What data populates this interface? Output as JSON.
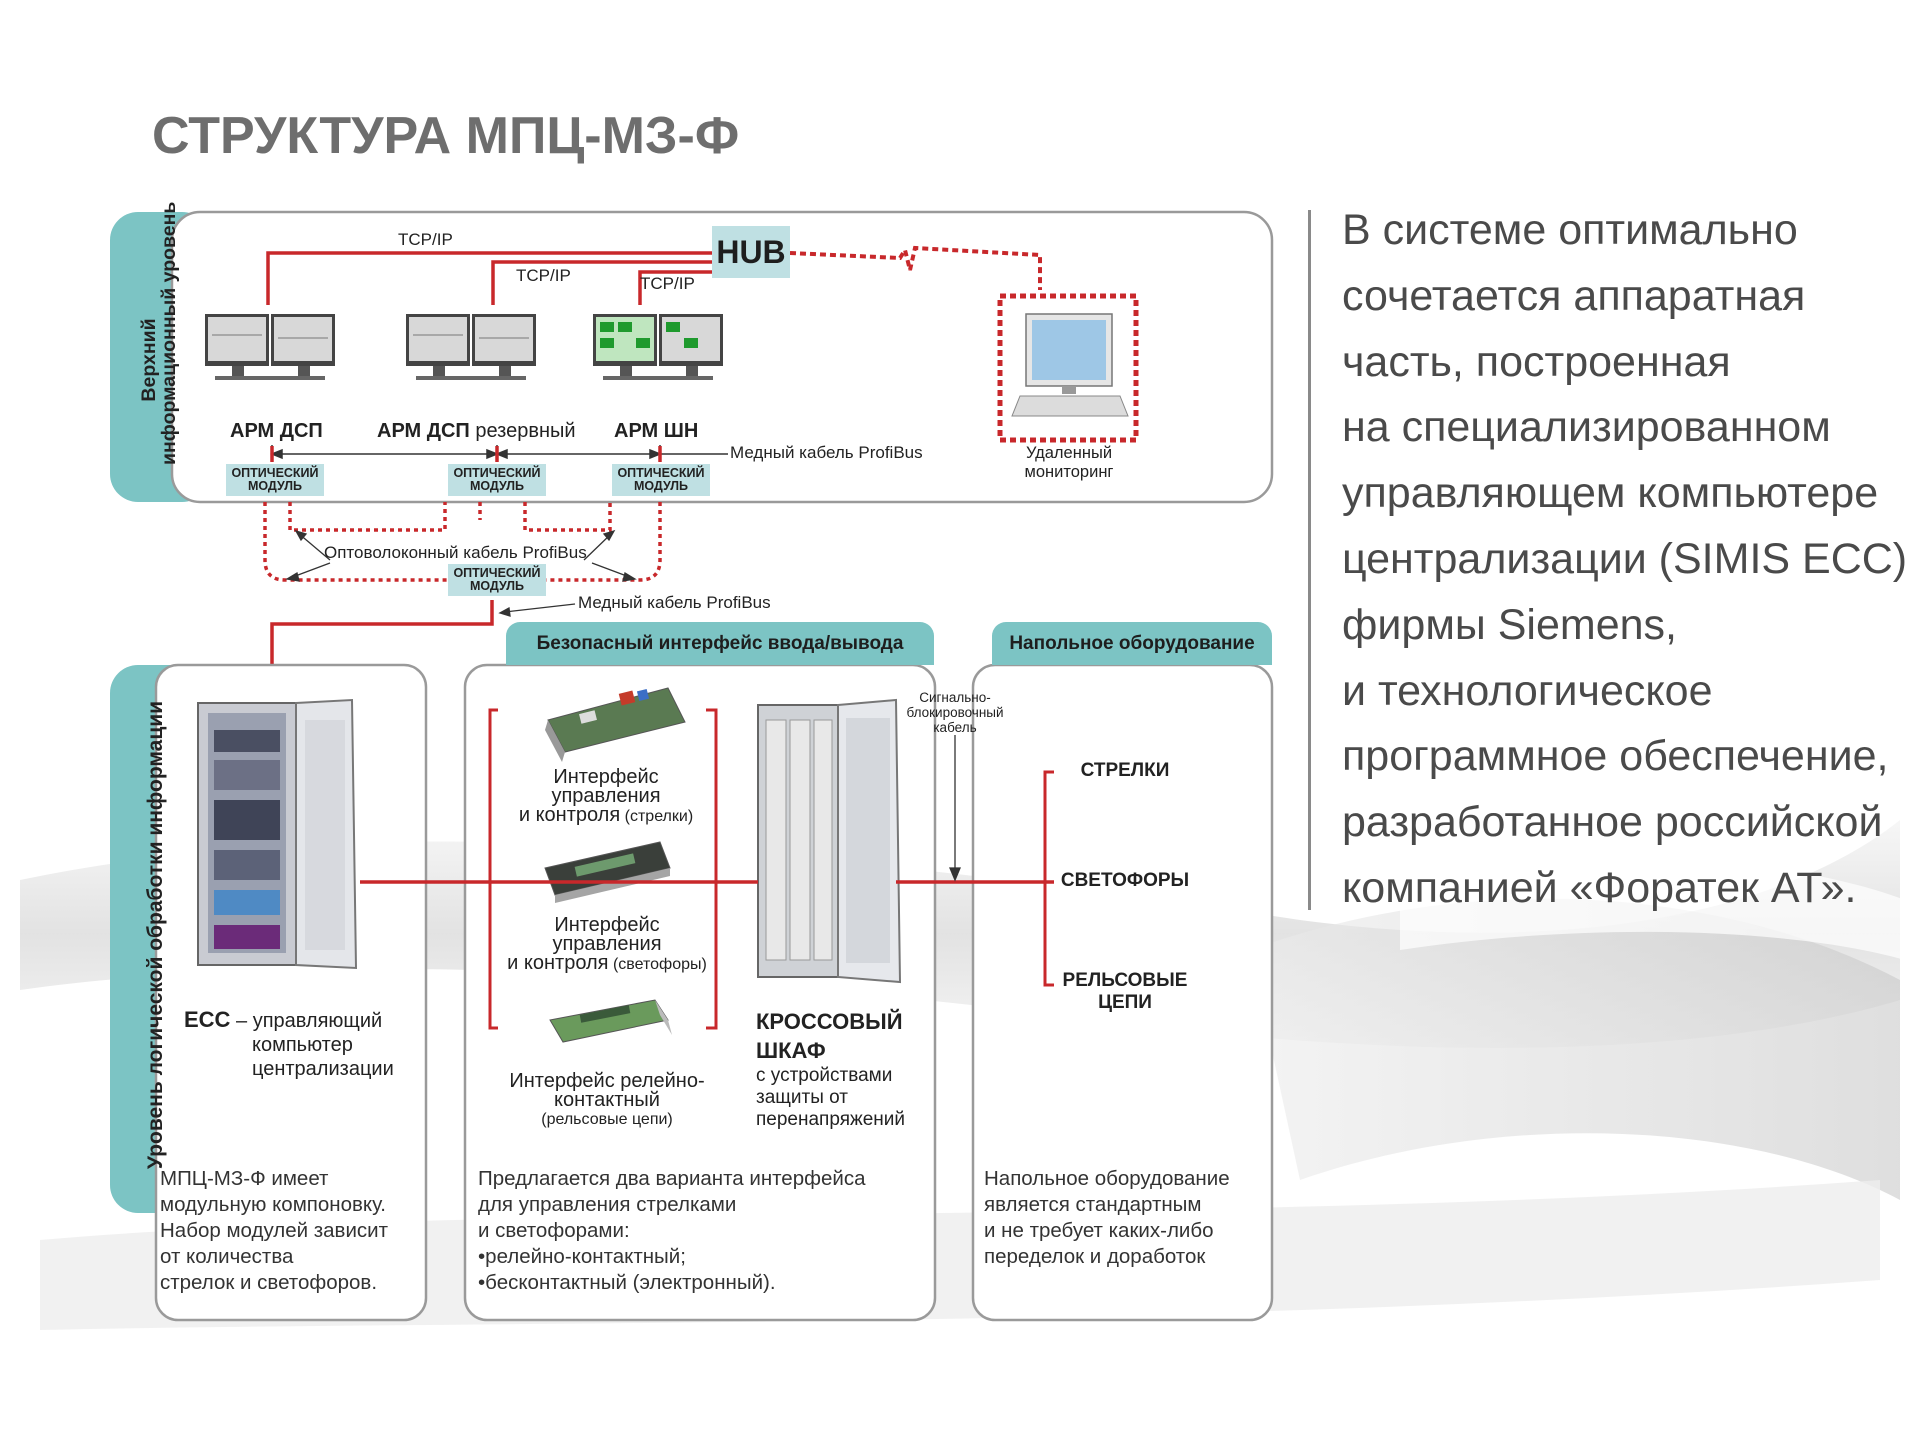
{
  "title": "СТРУКТУРА МПЦ-МЗ-Ф",
  "side_text": [
    "В системе оптимально",
    "сочетается аппаратная",
    "часть, построенная",
    "на специализированном",
    "управляющем компьютере",
    "централизации (SIMIS ECC)",
    "фирмы Siemens,",
    "и технологическое",
    "программное обеспечение,",
    "разработанное российской",
    "компанией «Форатек АТ»."
  ],
  "upper": {
    "level_label_line1": "Верхний",
    "level_label_line2": "информационный уровень",
    "hub": "HUB",
    "tcpip": "TCP/IP",
    "arm_dsp": "АРМ ДСП",
    "arm_dsp_res_bold": "АРМ ДСП",
    "arm_dsp_res_rest": " резервный",
    "arm_shn": "АРМ ШН",
    "copper_cable": "Медный кабель ProfiBus",
    "remote_line1": "Удаленный",
    "remote_line2": "мониторинг",
    "optical_line1": "ОПТИЧЕСКИЙ",
    "optical_line2": "МОДУЛЬ"
  },
  "middle": {
    "fiber_cable": "Оптоволоконный кабель ProfiBus",
    "copper_cable": "Медный кабель ProfiBus"
  },
  "lower": {
    "level_label": "Уровень логической обработки информации",
    "tab_io": "Безопасный интерфейс ввода/вывода",
    "tab_field": "Напольное оборудование",
    "ecc_bold": "ЕСС",
    "ecc_line1_rest": " – управляющий",
    "ecc_line2": "компьютер",
    "ecc_line3": "централизации",
    "if1_line1": "Интерфейс",
    "if1_line2": "управления",
    "if1_line3_main": "и контроля",
    "if1_line3_small": " (стрелки)",
    "if2_line1": "Интерфейс",
    "if2_line2": "управления",
    "if2_line3_main": "и контроля",
    "if2_line3_small": " (светофоры)",
    "if3_line1": "Интерфейс релейно-",
    "if3_line2": "контактный",
    "if3_line3": "(рельсовые цепи)",
    "cross_line1": "КРОССОВЫЙ",
    "cross_line2": "ШКАФ",
    "cross_line3": "с устройствами",
    "cross_line4": "защиты от",
    "cross_line5": "перенапряжений",
    "signal_cable_line1": "Сигнально-",
    "signal_cable_line2": "блокировочный",
    "signal_cable_line3": "кабель",
    "field_switches": "СТРЕЛКИ",
    "field_signals": "СВЕТОФОРЫ",
    "field_rail_line1": "РЕЛЬСОВЫЕ",
    "field_rail_line2": "ЦЕПИ",
    "note_left": [
      "МПЦ-МЗ-Ф имеет",
      "модульную компоновку.",
      "Набор модулей зависит",
      "от количества",
      "стрелок и светофоров."
    ],
    "note_mid": [
      "Предлагается два варианта интерфейса",
      "для управления стрелками",
      "и светофорами:",
      "•релейно-контактный;",
      "•бесконтактный (электронный)."
    ],
    "note_right": [
      "Напольное оборудование",
      "является стандартным",
      "и не требует каких-либо",
      "переделок и доработок"
    ]
  },
  "colors": {
    "teal": "#7cc4c4",
    "teal_light": "#bfe0e3",
    "red_line": "#c8282b",
    "title_gray": "#6e6e6e",
    "frame_gray": "#9a9a9a"
  }
}
